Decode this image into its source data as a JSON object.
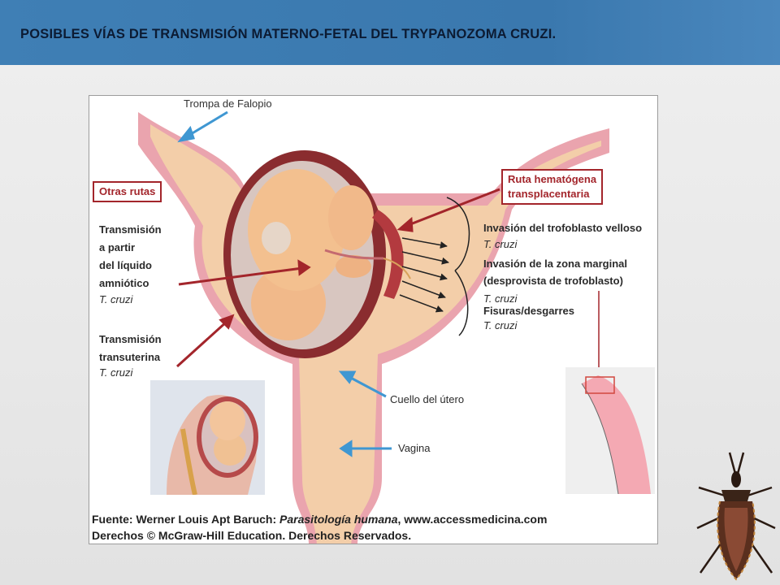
{
  "header": {
    "title": "POSIBLES VÍAS DE TRANSMISIÓN MATERNO-FETAL DEL TRYPANOZOMA CRUZI."
  },
  "diagram": {
    "trompa": "Trompa de Falopio",
    "otras_rutas": "Otras rutas",
    "amniotico": [
      "Transmisión",
      "a partir",
      "del líquido",
      "amniótico"
    ],
    "amniotico_species": "T. cruzi",
    "transuterina": [
      "Transmisión",
      "transuterina"
    ],
    "transuterina_species": "T. cruzi",
    "hematogena": [
      "Ruta hematógena",
      "transplacentaria"
    ],
    "invasion_velloso": "Invasión del trofoblasto velloso",
    "velloso_species": "T. cruzi",
    "invasion_marginal": [
      "Invasión de la zona marginal",
      "(desprovista de trofoblasto)"
    ],
    "marginal_species": "T. cruzi",
    "fisuras": "Fisuras/desgarres",
    "fisuras_species": "T. cruzi",
    "cuello": "Cuello del útero",
    "vagina": "Vagina"
  },
  "credit": {
    "fuente_prefix": "Fuente: Werner Louis Apt Baruch: ",
    "fuente_book": "Parasitología humana",
    "fuente_suffix": ", www.accessmedicina.com",
    "derechos": "Derechos © McGraw-Hill Education. Derechos Reservados."
  },
  "colors": {
    "header_bg": "#3f7fb5",
    "accent_red": "#a3252b",
    "arrow_blue": "#3f97d2",
    "uterus_pink": "#e9a7b1"
  }
}
